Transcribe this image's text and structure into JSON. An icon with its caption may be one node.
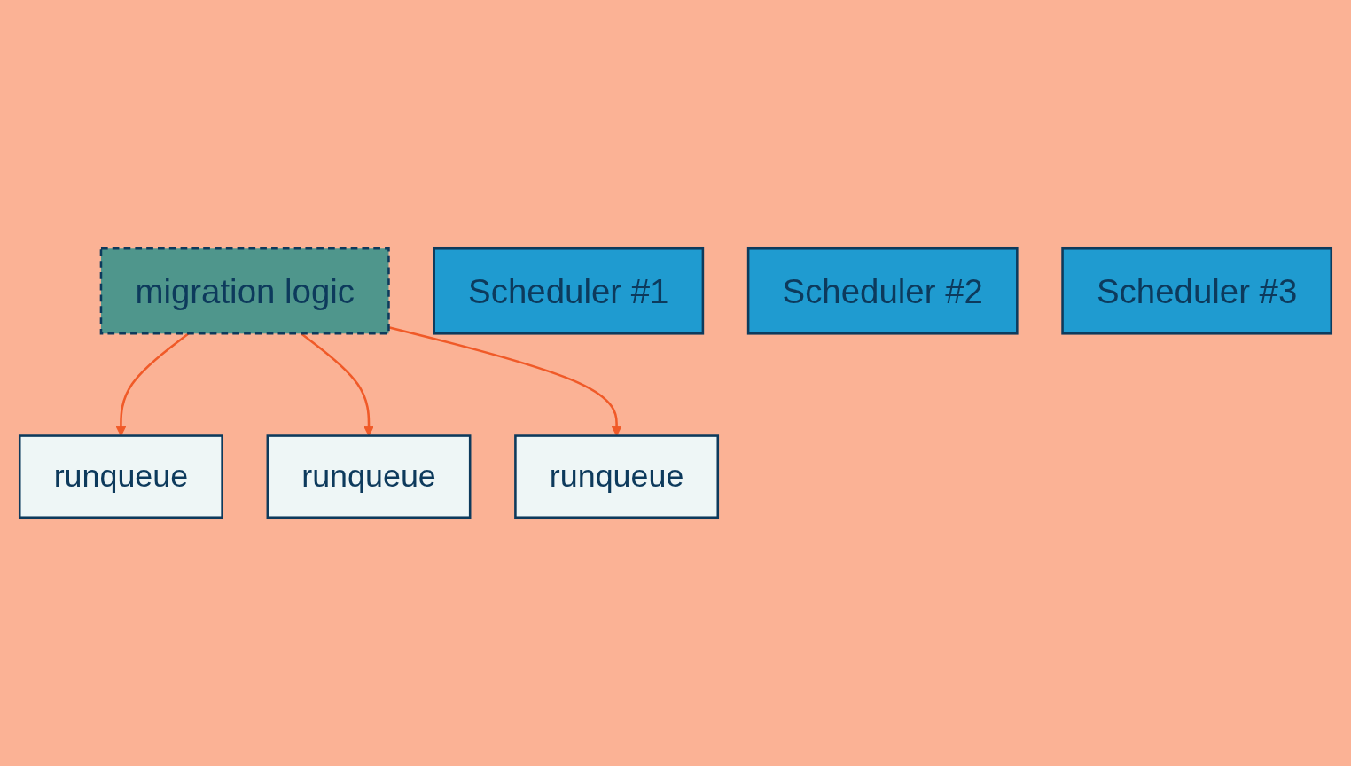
{
  "diagram": {
    "nodes": [
      {
        "text": [
          "Scheduler #1"
        ]
      },
      {
        "text": [
          "runqueue"
        ]
      },
      {
        "text": [
          "Scheduler #2"
        ]
      },
      {
        "text": [
          "runqueue"
        ]
      },
      {
        "text": [
          "Scheduler #3"
        ]
      },
      {
        "text": [
          "runqueue"
        ]
      },
      {
        "text": [
          "migration logic"
        ]
      }
    ],
    "edges": [
      {
        "from": 6,
        "to": 1,
        "arrow": "to"
      },
      {
        "from": 6,
        "to": 3,
        "arrow": "to"
      },
      {
        "from": 6,
        "to": 5,
        "arrow": "to"
      }
    ]
  }
}
